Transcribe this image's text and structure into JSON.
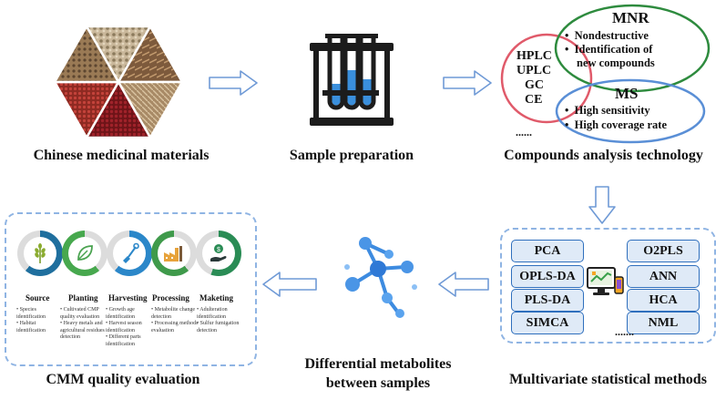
{
  "steps": {
    "materials": "Chinese medicinal materials",
    "sample_prep": "Sample preparation",
    "compounds": "Compounds analysis technology",
    "multivariate": "Multivariate statistical methods",
    "differential_line1": "Differential metabolites",
    "differential_line2": "between samples",
    "quality": "CMM quality evaluation"
  },
  "venn": {
    "chromatography": [
      "HPLC",
      "UPLC",
      "GC",
      "CE"
    ],
    "mnr_title": "MNR",
    "mnr_points": [
      "Nondestructive",
      "Identification of",
      "new compounds"
    ],
    "ms_title": "MS",
    "ms_points": [
      "High sensitivity",
      "High coverage rate"
    ],
    "ellipsis": "......",
    "colors": {
      "chromatography": "#e05a6a",
      "mnr": "#2e8b3e",
      "ms": "#5a8fd6"
    }
  },
  "methods": {
    "left": [
      "PCA",
      "OPLS-DA",
      "PLS-DA",
      "SIMCA"
    ],
    "right": [
      "O2PLS",
      "ANN",
      "HCA",
      "NML"
    ],
    "ellipsis": "......."
  },
  "quality_stages": [
    {
      "label": "Source",
      "icon": "wheat-icon",
      "notes": [
        "• Species identification",
        "• Habitat identification"
      ]
    },
    {
      "label": "Planting",
      "icon": "leaf-icon",
      "notes": [
        "• Cultivated CMP quality evaluation",
        "• Heavy metals and agricultural residues detection"
      ]
    },
    {
      "label": "Harvesting",
      "icon": "shovel-icon",
      "notes": [
        "• Growth age identification",
        "• Harvest season identification",
        "• Different parts identification"
      ]
    },
    {
      "label": "Processing",
      "icon": "factory-icon",
      "notes": [
        "• Metabolite change detection",
        "• Processing methods evaluation"
      ]
    },
    {
      "label": "Maketing",
      "icon": "hand-coin-icon",
      "notes": [
        "• Adulteration identification",
        "• Sulfur fumigation detection"
      ]
    }
  ]
}
